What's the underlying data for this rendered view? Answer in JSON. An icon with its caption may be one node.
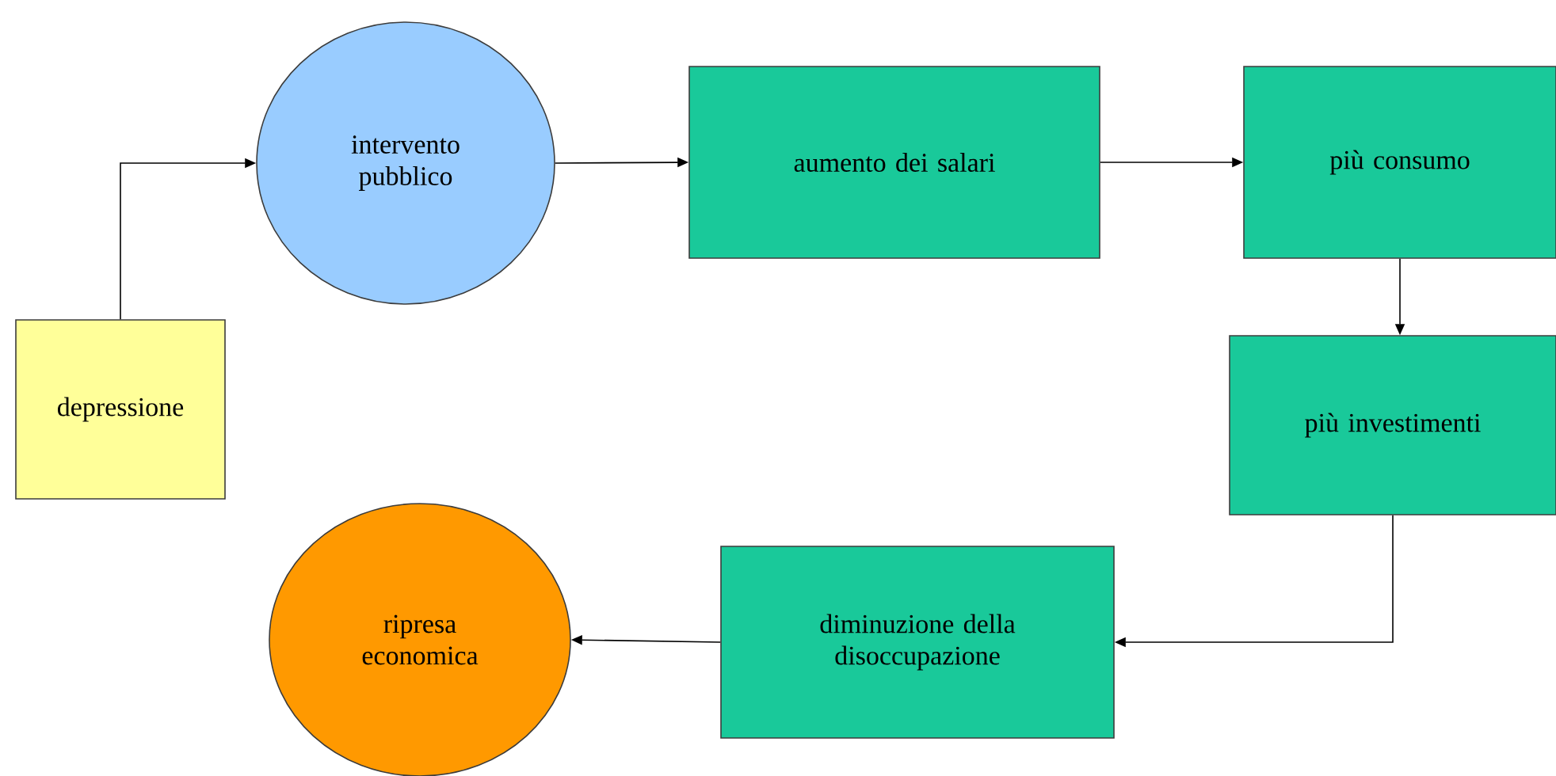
{
  "diagram": {
    "nodes": [
      {
        "text": [
          "depressione"
        ]
      },
      {
        "text": [
          "intervento pubblico"
        ]
      },
      {
        "text": [
          "aumento dei salari"
        ]
      },
      {
        "text": [
          "più consumo"
        ]
      },
      {
        "text": [
          "più investimenti"
        ]
      },
      {
        "text": [
          "diminuzione della disoccupazione"
        ]
      },
      {
        "text": [
          "ripresa economica"
        ]
      }
    ],
    "edges": [
      {
        "from": 0,
        "to": 1,
        "arrow": "to"
      },
      {
        "from": 1,
        "to": 2,
        "arrow": "to"
      },
      {
        "from": 2,
        "to": 3,
        "arrow": "to"
      },
      {
        "from": 3,
        "to": 4,
        "arrow": "to"
      },
      {
        "from": 4,
        "to": 5,
        "arrow": "to"
      },
      {
        "from": 5,
        "to": 6,
        "arrow": "to"
      }
    ]
  }
}
